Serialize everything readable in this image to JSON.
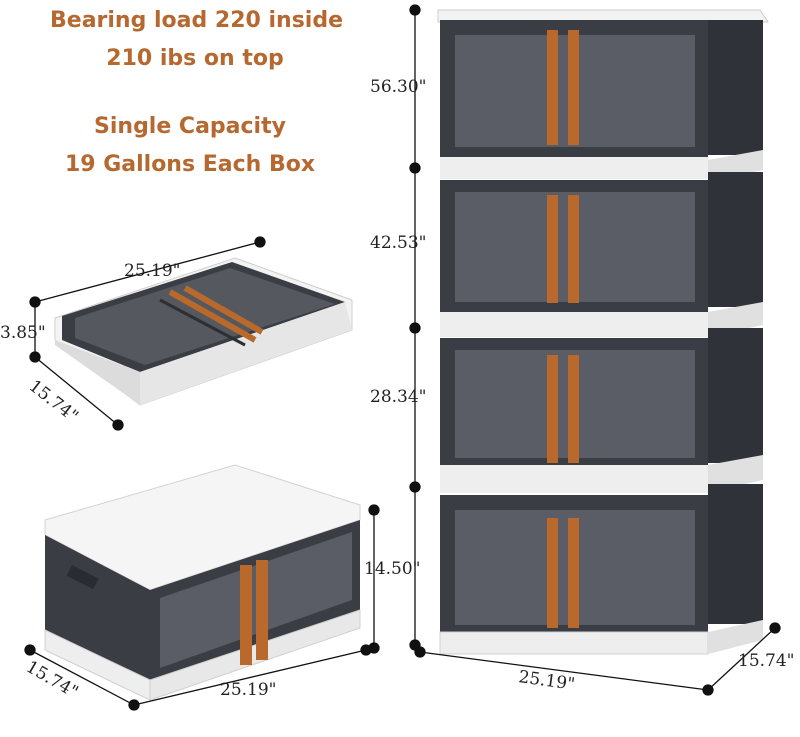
{
  "headlines": {
    "line1": "Bearing load 220 inside",
    "line2": "210 ibs on top",
    "line3": "Single Capacity",
    "line4": "19  Gallons Each Box"
  },
  "dimensions": {
    "folded_width": "25.19\"",
    "folded_height": "3.85\"",
    "folded_depth": "15.74\"",
    "single_height": "14.50\"",
    "single_width": "25.19\"",
    "single_depth": "15.74\"",
    "stack_h4": "56.30\"",
    "stack_h3": "42.53\"",
    "stack_h2": "28.34\"",
    "stack_width": "25.19\"",
    "stack_depth": "15.74\""
  },
  "colors": {
    "headline": "#b5682f",
    "box_body": "#3b3d44",
    "box_panel": "#55585f",
    "handle": "#b8692b",
    "lid": "#f2f2f2"
  }
}
